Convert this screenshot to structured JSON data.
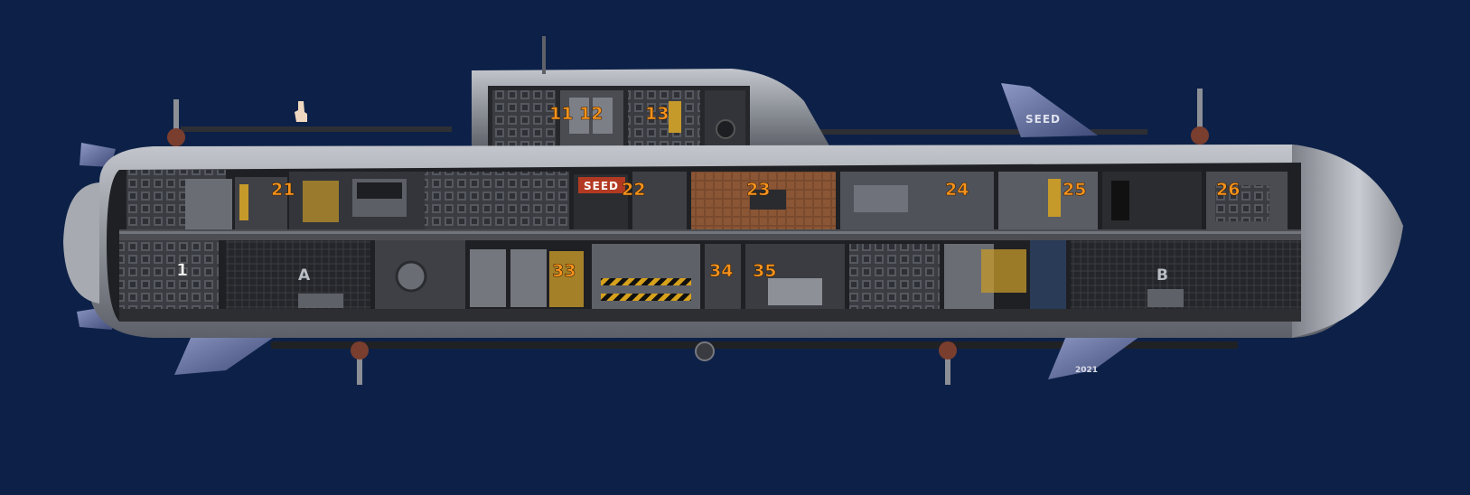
{
  "scene": {
    "background": "#0d2148",
    "hull_color": "#9a9ea6",
    "hull_dark": "#4a4d55",
    "deck_color": "#2a2b2f",
    "accent_orange": "#f7941d",
    "fin_color": "#6d7aa8"
  },
  "branding": {
    "tail_logo": "SEED",
    "deck_sign": "SEED",
    "tail_year": "2021"
  },
  "rooms": {
    "r1": "1",
    "r11": "11",
    "r12": "12",
    "r13": "13",
    "r21": "21",
    "r22": "22",
    "r23": "23",
    "r24": "24",
    "r25": "25",
    "r26": "26",
    "r33": "33",
    "r34": "34",
    "r35": "35"
  },
  "zones": {
    "a": "A",
    "b": "B"
  },
  "icons": [
    "hand-cursor-icon",
    "propeller-icon",
    "periscope-icon",
    "hatch-icon"
  ]
}
